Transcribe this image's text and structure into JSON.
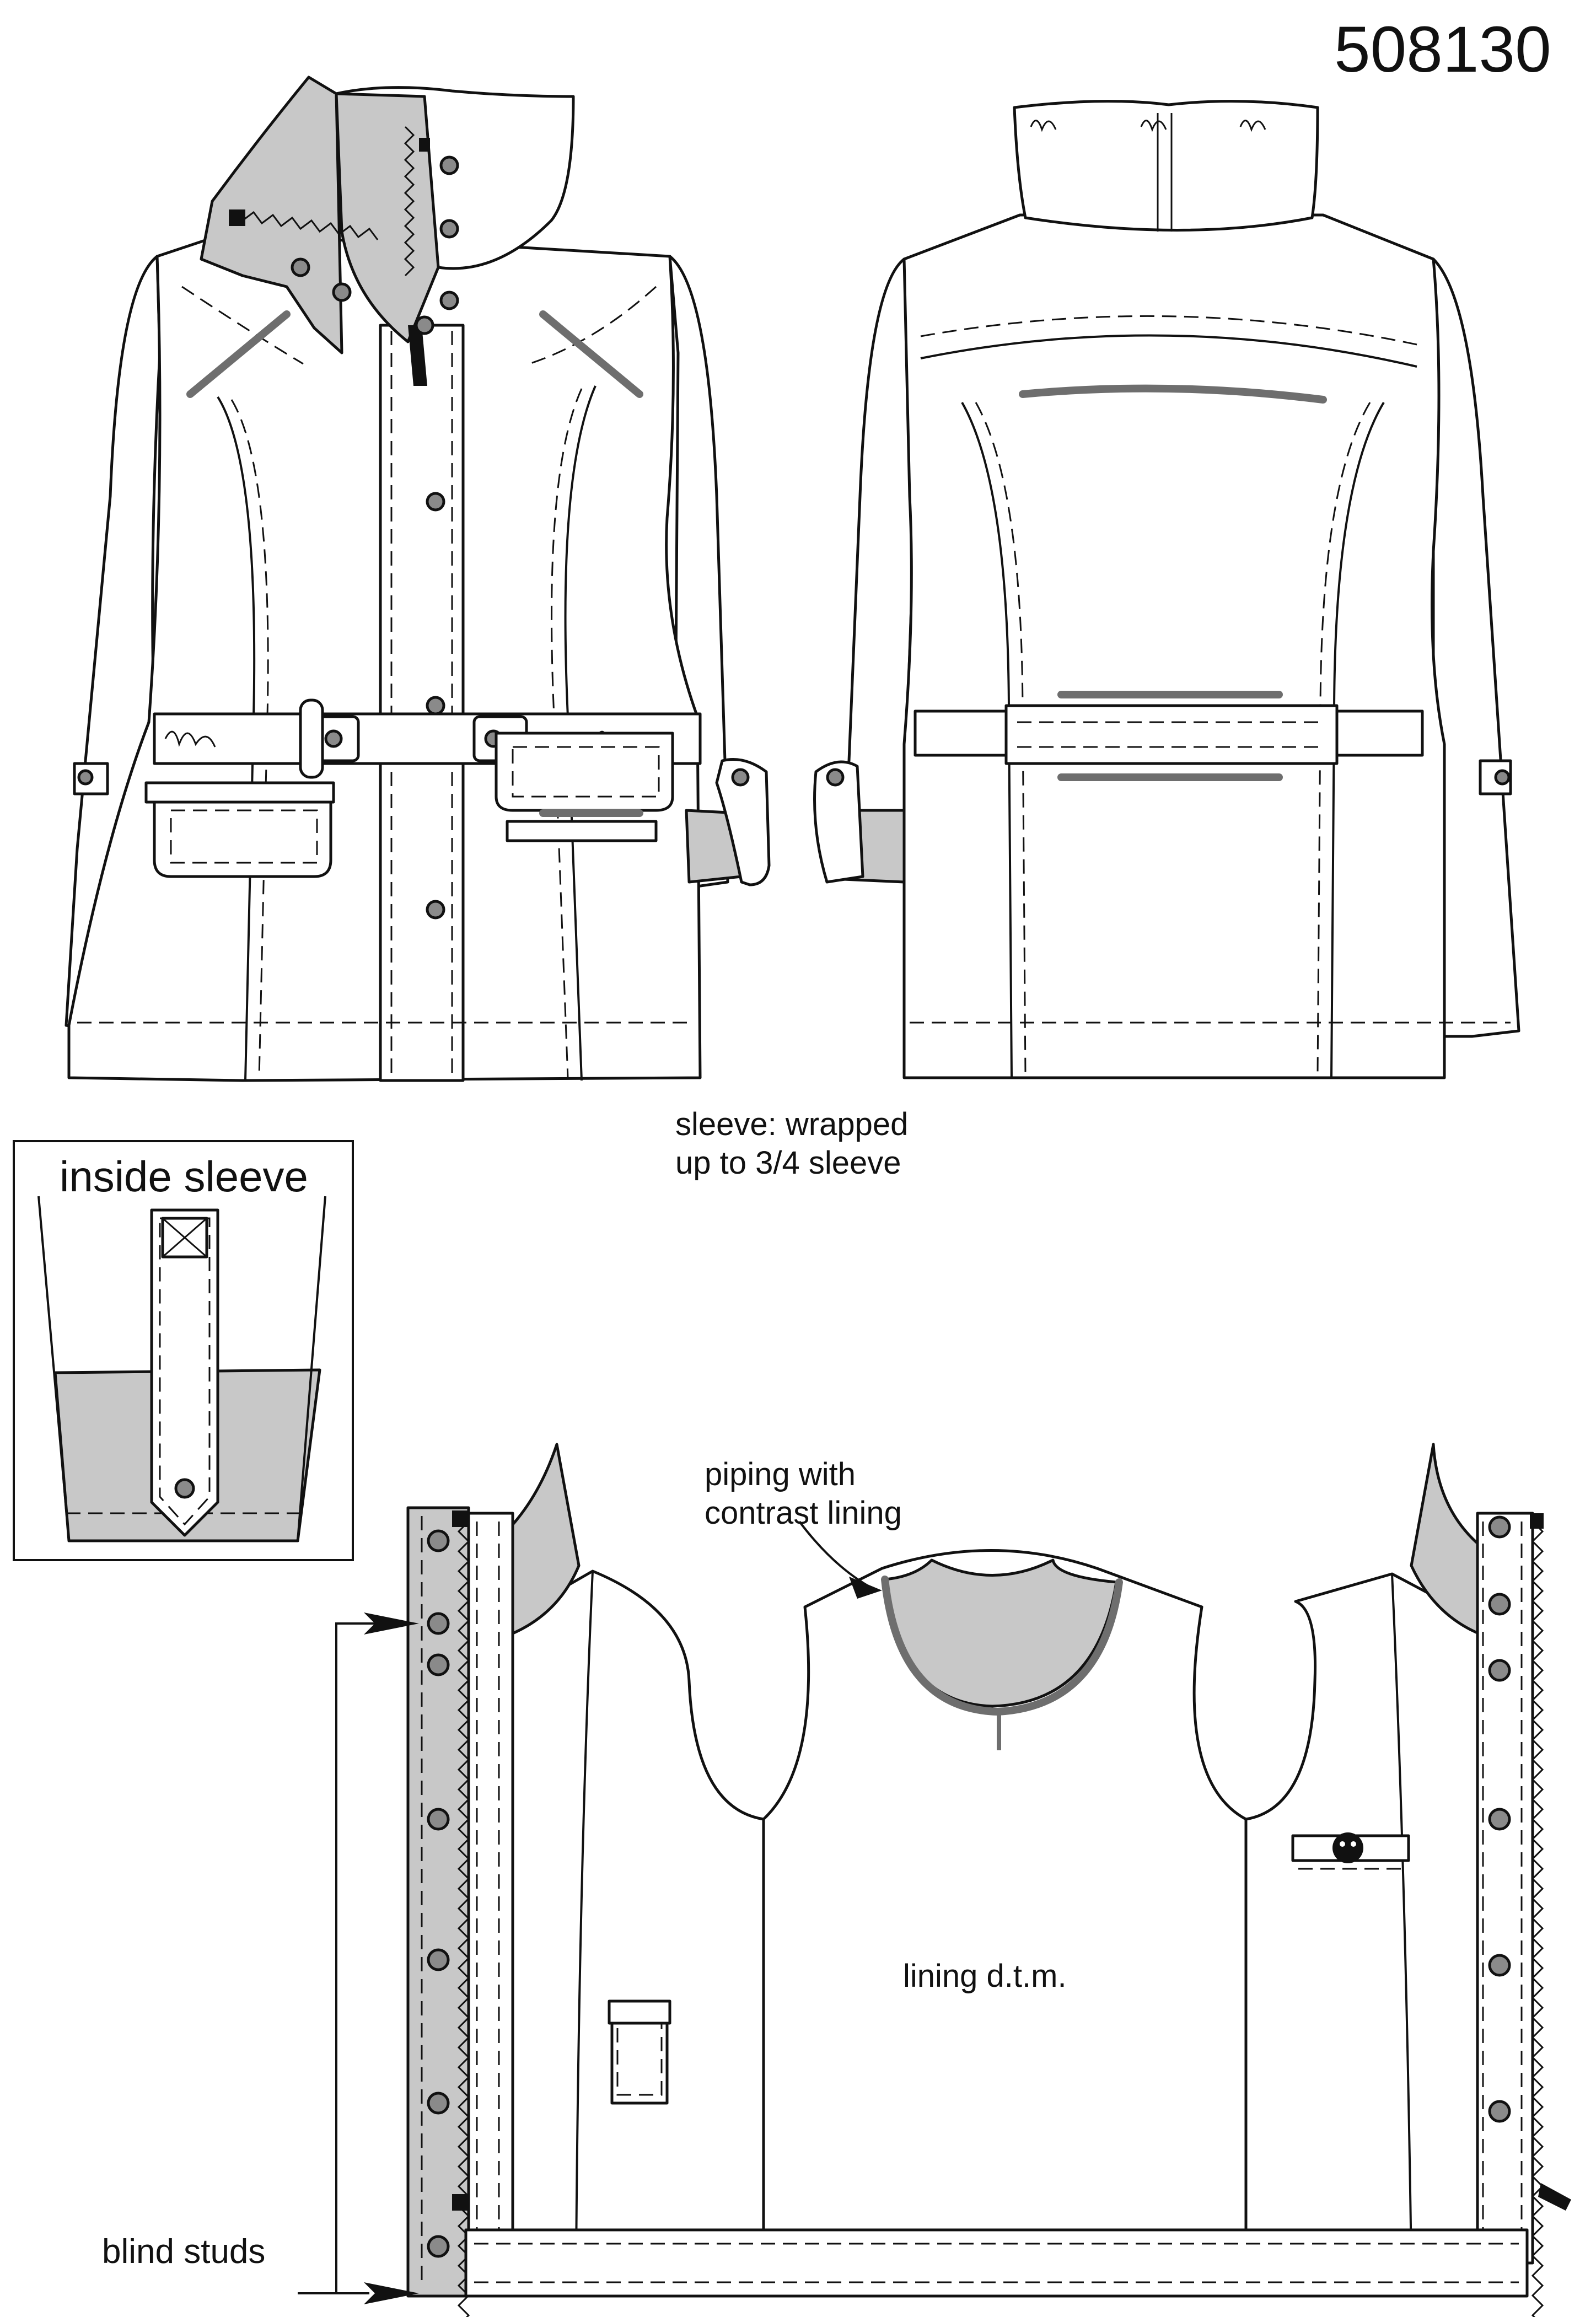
{
  "style_number": "508130",
  "labels": {
    "sleeve_note_1": "sleeve: wrapped",
    "sleeve_note_2": "up to 3/4 sleeve",
    "inside_sleeve": "inside sleeve",
    "piping_1": "piping with",
    "piping_2": "contrast lining",
    "lining": "lining d.t.m.",
    "blind_studs": "blind studs"
  },
  "colors": {
    "outline": "#111111",
    "contrast_grey": "#c8c8c8",
    "dark_grey": "#6e6e6e",
    "stud_fill": "#8a8a8a",
    "background": "#ffffff"
  }
}
